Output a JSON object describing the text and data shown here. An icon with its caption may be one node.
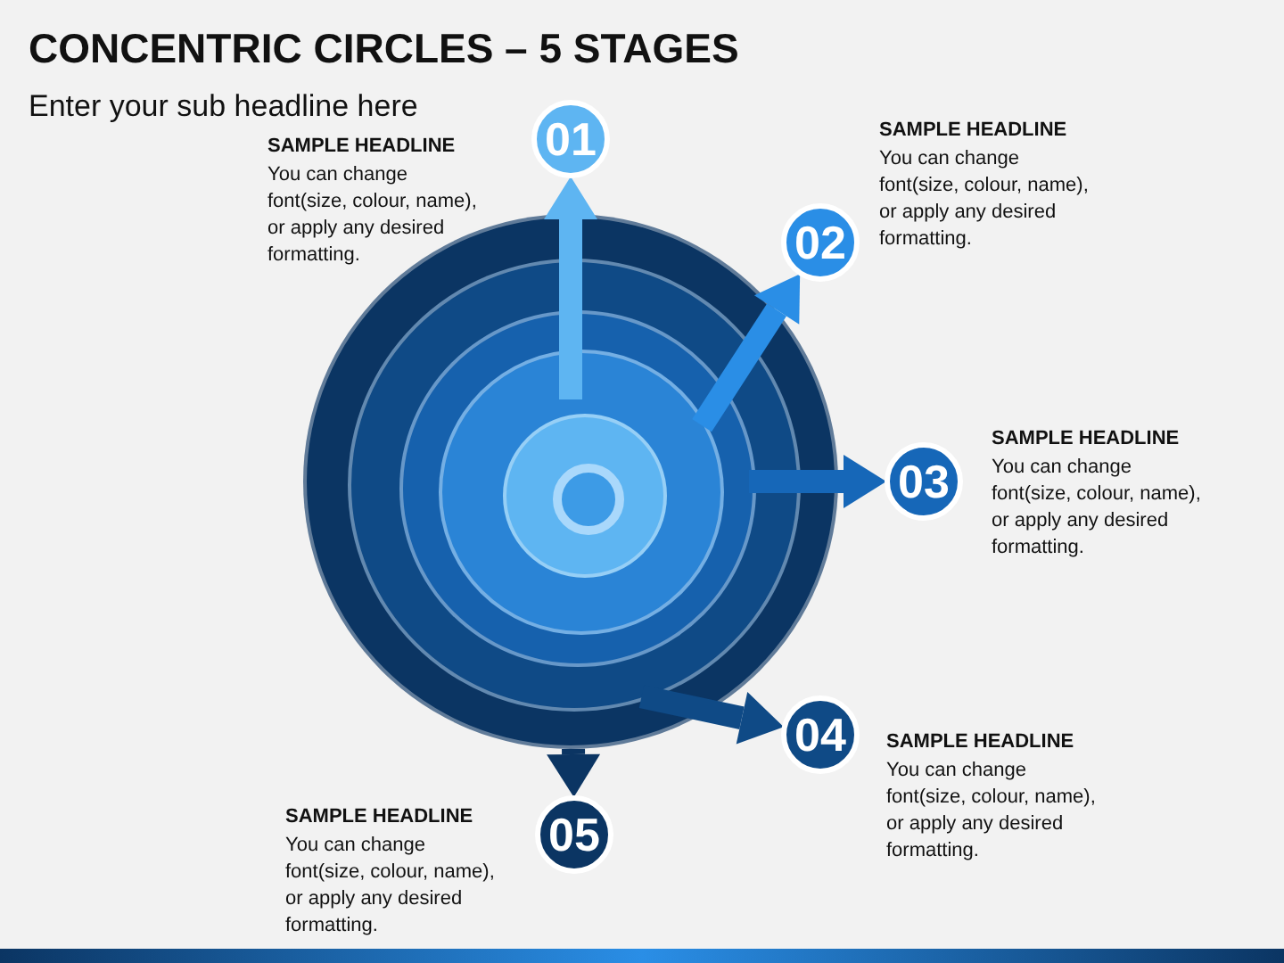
{
  "diagram": {
    "title": "CONCENTRIC CIRCLES – 5 STAGES",
    "nodes": [
      {
        "text": [],
        "shape": "circle"
      },
      {
        "text": [],
        "shape": "circle",
        "in": 0
      },
      {
        "text": [],
        "shape": "circle",
        "in": 1
      },
      {
        "text": [],
        "shape": "circle",
        "in": 2
      },
      {
        "text": [],
        "shape": "circle",
        "in": 3
      },
      {
        "text": [
          "01"
        ],
        "beside": [
          "SAMPLE HEADLINE",
          "You can change font(size, colour, name), or apply any desired formatting."
        ]
      },
      {
        "text": [
          "02"
        ],
        "beside": [
          "SAMPLE HEADLINE",
          "You can change font(size, colour, name), or apply any desired formatting."
        ]
      },
      {
        "text": [
          "03"
        ],
        "beside": [
          "SAMPLE HEADLINE",
          "You can change font(size, colour, name), or apply any desired formatting."
        ]
      },
      {
        "text": [
          "04"
        ],
        "beside": [
          "SAMPLE HEADLINE",
          "You can change font(size, colour, name), or apply any desired formatting."
        ]
      },
      {
        "text": [
          "05"
        ],
        "beside": [
          "SAMPLE HEADLINE",
          "You can change font(size, colour, name), or apply any desired formatting."
        ]
      }
    ],
    "edges": [
      {
        "from": 4,
        "to": 5,
        "arrow": "to",
        "color": "#5eb5f2"
      },
      {
        "from": 3,
        "to": 6,
        "arrow": "to",
        "color": "#2a8ee6"
      },
      {
        "from": 2,
        "to": 7,
        "arrow": "to",
        "color": "#1667b8"
      },
      {
        "from": 1,
        "to": 8,
        "arrow": "to",
        "color": "#0f4a86"
      },
      {
        "from": 0,
        "to": 9,
        "arrow": "to",
        "color": "#0b3563"
      }
    ],
    "labels": [
      "Enter your sub headline here"
    ]
  }
}
